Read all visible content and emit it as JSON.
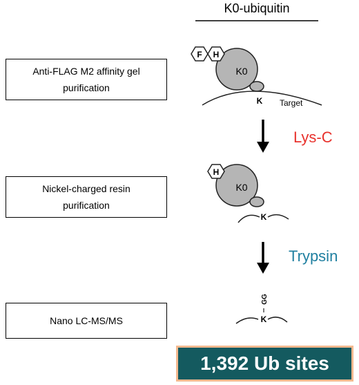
{
  "header": {
    "title": "K0-ubiquitin"
  },
  "steps": [
    {
      "lines": [
        "Anti-FLAG M2 affinity gel",
        "purification"
      ]
    },
    {
      "lines": [
        "Nickel-charged resin",
        "purification"
      ]
    },
    {
      "lines": [
        "Nano LC-MS/MS"
      ]
    }
  ],
  "enzymes": [
    {
      "label": "Lys-C",
      "color": "#e8322d"
    },
    {
      "label": "Trypsin",
      "color": "#1f7fa0"
    }
  ],
  "molecule1": {
    "tag_f": "F",
    "tag_h": "H",
    "ub": "K0",
    "lysine": "K",
    "target": "Target"
  },
  "molecule2": {
    "tag_h": "H",
    "ub": "K0",
    "lysine": "K"
  },
  "molecule3": {
    "gg": "GG",
    "lysine": "K"
  },
  "result": {
    "label": "1,392 Ub sites",
    "bg": "#145a5f",
    "border": "#f4b98f"
  },
  "colors": {
    "ub_fill": "#b5b5b5",
    "stroke": "#222222"
  }
}
